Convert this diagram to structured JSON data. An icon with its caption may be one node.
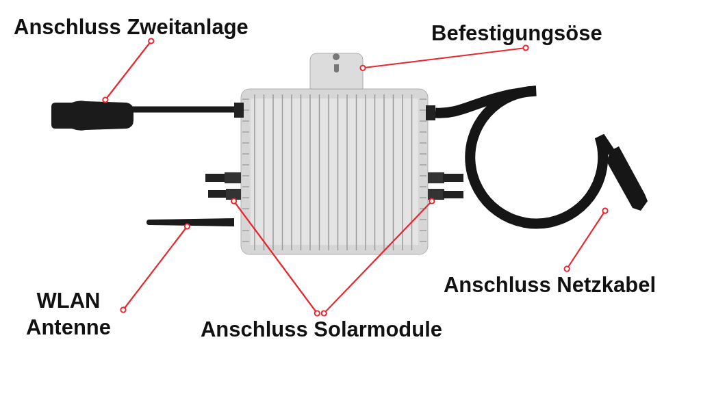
{
  "diagram": {
    "nodes": [
      {
        "text": [
          "Anschluss Zweitanlage"
        ]
      },
      {
        "text": [
          "Befestigungsöse"
        ]
      },
      {
        "text": [
          "WLAN Antenne"
        ]
      },
      {
        "text": [
          "Anschluss Solarmodule"
        ]
      },
      {
        "text": [
          "Anschluss Netzkabel"
        ]
      },
      {
        "text": [],
        "shape": "picture"
      },
      {
        "text": [],
        "shape": "picture"
      },
      {
        "text": [],
        "shape": "picture"
      },
      {
        "text": [],
        "shape": "picture"
      },
      {
        "text": [],
        "shape": "picture"
      },
      {
        "text": [],
        "shape": "picture"
      }
    ],
    "edges": [
      {
        "from": 0,
        "to": 5,
        "arrow": "other"
      },
      {
        "from": 1,
        "to": 6,
        "arrow": "other"
      },
      {
        "from": 2,
        "to": 7,
        "arrow": "other"
      },
      {
        "from": 3,
        "to": 8,
        "arrow": "other"
      },
      {
        "from": 3,
        "to": 9,
        "arrow": "other"
      },
      {
        "from": 4,
        "to": 10,
        "arrow": "other"
      }
    ]
  }
}
